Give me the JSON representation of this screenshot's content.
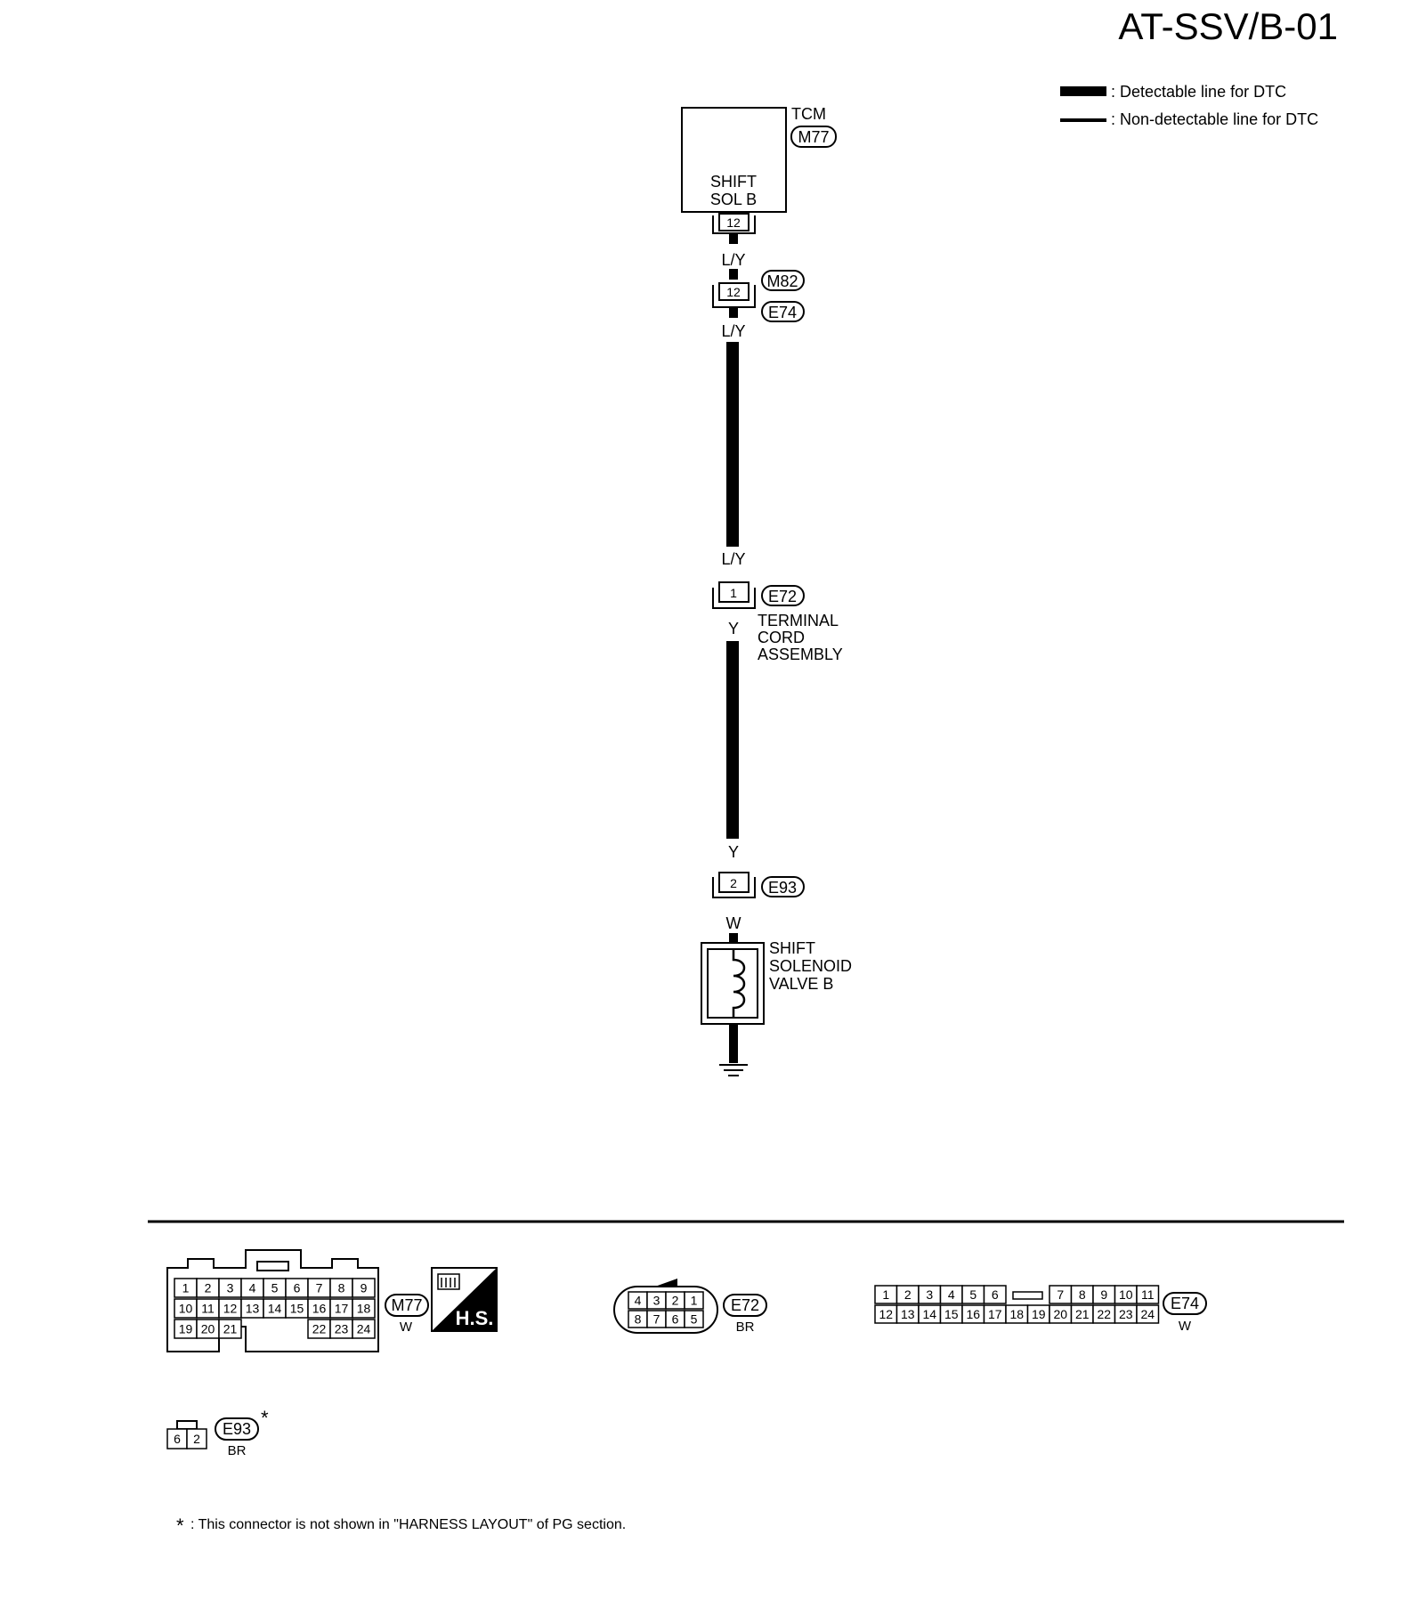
{
  "page_title": "AT-SSV/B-01",
  "legend": {
    "detectable": ": Detectable line for DTC",
    "non_detectable": ": Non-detectable line for DTC"
  },
  "tcm": {
    "name": "TCM",
    "connector": "M77",
    "label_line1": "SHIFT",
    "label_line2": "SOL B",
    "terminal": "12"
  },
  "wires": {
    "ly": "L/Y",
    "y": "Y",
    "w": "W"
  },
  "joint_m82_e74": {
    "terminal": "12",
    "upper": "M82",
    "lower": "E74"
  },
  "e72": {
    "terminal": "1",
    "connector": "E72",
    "label_line1": "TERMINAL",
    "label_line2": "CORD",
    "label_line3": "ASSEMBLY"
  },
  "e93": {
    "terminal": "2",
    "connector": "E93"
  },
  "solenoid": {
    "line1": "SHIFT",
    "line2": "SOLENOID",
    "line3": "VALVE B"
  },
  "connector_views": {
    "m77": {
      "id": "M77",
      "color": "W",
      "hs": "H.S.",
      "row1": [
        "1",
        "2",
        "3",
        "4",
        "5",
        "6",
        "7",
        "8",
        "9"
      ],
      "row2": [
        "10",
        "11",
        "12",
        "13",
        "14",
        "15",
        "16",
        "17",
        "18"
      ],
      "row3_left": [
        "19",
        "20",
        "21"
      ],
      "row3_right": [
        "22",
        "23",
        "24"
      ]
    },
    "e72": {
      "id": "E72",
      "color": "BR",
      "row1": [
        "4",
        "3",
        "2",
        "1"
      ],
      "row2": [
        "8",
        "7",
        "6",
        "5"
      ]
    },
    "e74": {
      "id": "E74",
      "color": "W",
      "row1_left": [
        "1",
        "2",
        "3",
        "4",
        "5",
        "6"
      ],
      "row1_right": [
        "7",
        "8",
        "9",
        "10",
        "11"
      ],
      "row2": [
        "12",
        "13",
        "14",
        "15",
        "16",
        "17",
        "18",
        "19",
        "20",
        "21",
        "22",
        "23",
        "24"
      ]
    },
    "e93": {
      "id": "E93",
      "color": "BR",
      "star": "*",
      "pins": [
        "6",
        "2"
      ]
    }
  },
  "footnote": {
    "star": "*",
    "text": ": This connector is not shown in \"HARNESS LAYOUT\" of PG section."
  }
}
